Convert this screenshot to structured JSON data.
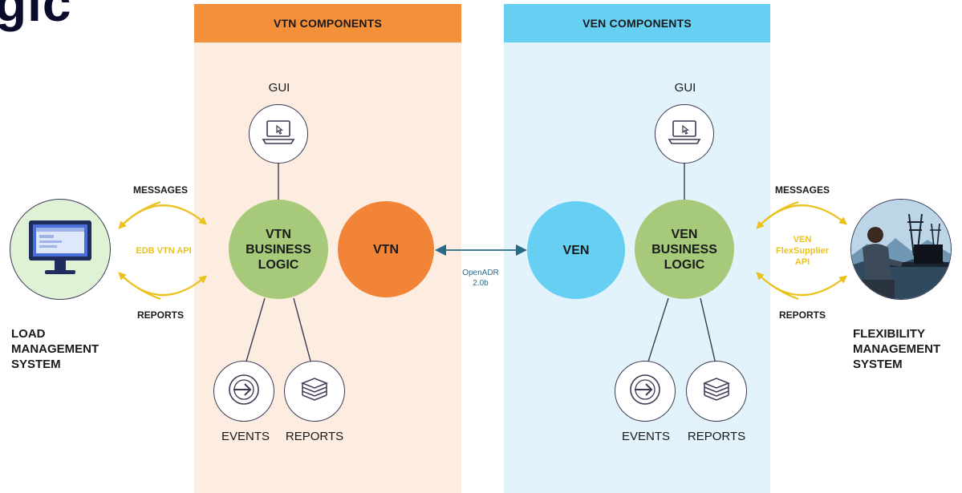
{
  "heading_fragment": "gic",
  "vtn_panel": {
    "title": "VTN COMPONENTS"
  },
  "ven_panel": {
    "title": "VEN COMPONENTS"
  },
  "vtn": {
    "gui_label": "GUI",
    "business_logic": "VTN\nBUSINESS\nLOGIC",
    "node": "VTN",
    "events_label": "EVENTS",
    "reports_label": "REPORTS"
  },
  "ven": {
    "gui_label": "GUI",
    "business_logic": "VEN\nBUSINESS\nLOGIC",
    "node": "VEN",
    "events_label": "EVENTS",
    "reports_label": "REPORTS"
  },
  "protocol": "OpenADR\n2.0b",
  "left_system": {
    "messages_label": "MESSAGES",
    "reports_label": "REPORTS",
    "api_label": "EDB VTN API",
    "name": "LOAD\nMANAGEMENT\nSYSTEM"
  },
  "right_system": {
    "messages_label": "MESSAGES",
    "reports_label": "REPORTS",
    "api_label": "VEN\nFlexSupplier\nAPI",
    "name": "FLEXIBILITY\nMANAGEMENT\nSYSTEM"
  },
  "colors": {
    "vtn_header": "#f5903a",
    "vtn_panel": "#fdece0",
    "ven_header": "#67cff2",
    "ven_panel": "#e3f3fc",
    "business_logic": "#a6c97a",
    "vtn_node": "#f18437",
    "ven_node": "#67cff2",
    "api_arrows": "#e9c21e",
    "protocol_arrow": "#2a6a86"
  },
  "icons": {
    "gui": "laptop-cursor-icon",
    "events": "arrow-into-circle-icon",
    "reports": "stacked-papers-icon",
    "load_management": "desktop-monitor-icon",
    "flexibility_management": "person-at-desk-power-lines-icon"
  }
}
